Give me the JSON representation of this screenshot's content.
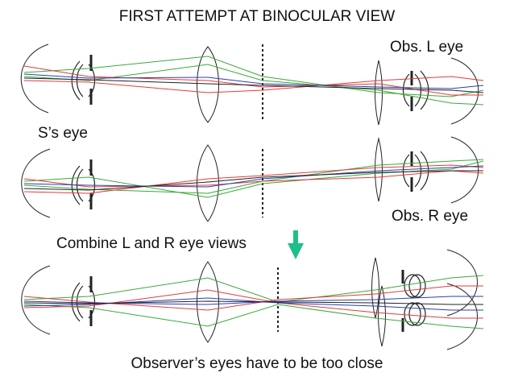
{
  "title": "FIRST ATTEMPT AT BINOCULAR VIEW",
  "labels": {
    "obs_left_eye": "Obs. L eye",
    "subject_eye": "S’s eye",
    "obs_right_eye": "Obs. R eye",
    "combine": "Combine L and R eye views",
    "caption": "Observer’s eyes have to be too close"
  },
  "colors": {
    "ray_red": "#e23b3b",
    "ray_green": "#3aa83a",
    "ray_blue": "#2a3fb0",
    "ray_dark": "#222222",
    "arrow": "#1fbf8a"
  },
  "icons": {
    "arrow": "down-arrow-icon"
  }
}
